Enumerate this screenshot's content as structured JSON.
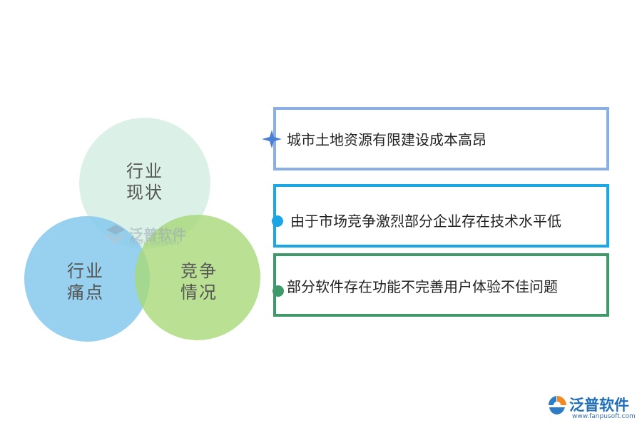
{
  "circles": {
    "top": {
      "line1": "行业",
      "line2": "现状"
    },
    "left": {
      "line1": "行业",
      "line2": "痛点"
    },
    "right": {
      "line1": "竞争",
      "line2": "情况"
    }
  },
  "boxes": [
    {
      "text": "城市土地资源有限建设成本高昂",
      "border_color": "#8aaee6",
      "marker": "star-marker"
    },
    {
      "text": "由于市场竞争激烈部分企业存在技术水平低",
      "border_color": "#1ba6e6",
      "marker": "dot-marker"
    },
    {
      "text": "部分软件存在功能不完善用户体验不佳问题",
      "border_color": "#3e9a6a",
      "marker": "dot-marker"
    }
  ],
  "watermark": {
    "name": "泛普软件",
    "sub": "FANPU SOFTWARE"
  },
  "logo": {
    "name": "泛普软件",
    "url": "www.fanpusoft.com"
  },
  "colors": {
    "top_circle": "#d5eee4",
    "left_circle": "#85c9ec",
    "right_circle": "#a8d878"
  }
}
